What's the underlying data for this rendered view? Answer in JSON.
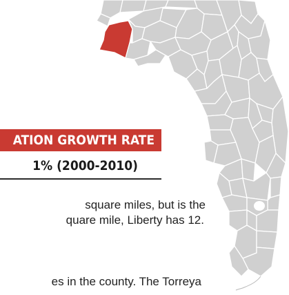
{
  "map": {
    "region": "Florida",
    "highlighted_county": "Liberty",
    "colors": {
      "county": "#d0d0d0",
      "highlight": "#c93a32",
      "border": "#ffffff"
    }
  },
  "banner": {
    "label": "ATION GROWTH RATE"
  },
  "stat": {
    "value": "1% (2000-2010)"
  },
  "body": {
    "line1": "square miles, but is the",
    "line2": "quare mile, Liberty has 12.",
    "line3": "es in the county. The Torreya"
  }
}
